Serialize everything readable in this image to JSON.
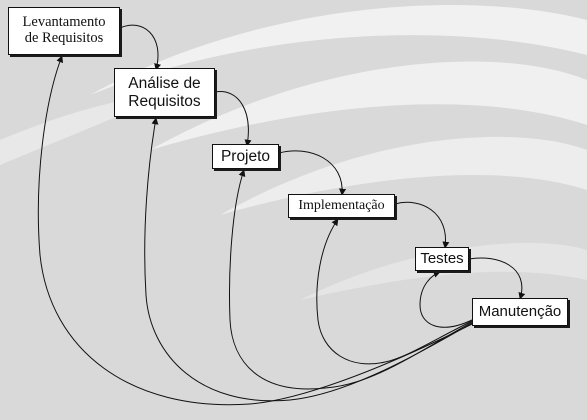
{
  "diagram": {
    "nodes": [
      {
        "id": "levantamento",
        "label": "Levantamento\nde Requisitos"
      },
      {
        "id": "analise",
        "label": "Análise de\nRequisitos"
      },
      {
        "id": "projeto",
        "label": "Projeto"
      },
      {
        "id": "implementacao",
        "label": "Implementação"
      },
      {
        "id": "testes",
        "label": "Testes"
      },
      {
        "id": "manutencao",
        "label": "Manutenção"
      }
    ],
    "edges": [
      {
        "from": "levantamento",
        "to": "analise",
        "kind": "forward"
      },
      {
        "from": "analise",
        "to": "projeto",
        "kind": "forward"
      },
      {
        "from": "projeto",
        "to": "implementacao",
        "kind": "forward"
      },
      {
        "from": "implementacao",
        "to": "testes",
        "kind": "forward"
      },
      {
        "from": "testes",
        "to": "manutencao",
        "kind": "forward"
      },
      {
        "from": "manutencao",
        "to": "testes",
        "kind": "feedback"
      },
      {
        "from": "manutencao",
        "to": "implementacao",
        "kind": "feedback"
      },
      {
        "from": "manutencao",
        "to": "projeto",
        "kind": "feedback"
      },
      {
        "from": "manutencao",
        "to": "analise",
        "kind": "feedback"
      },
      {
        "from": "manutencao",
        "to": "levantamento",
        "kind": "feedback"
      }
    ]
  },
  "colors": {
    "background": "#d9d9d9",
    "swoosh": "#f2f2f2",
    "box_fill": "#ffffff",
    "line": "#111111"
  }
}
